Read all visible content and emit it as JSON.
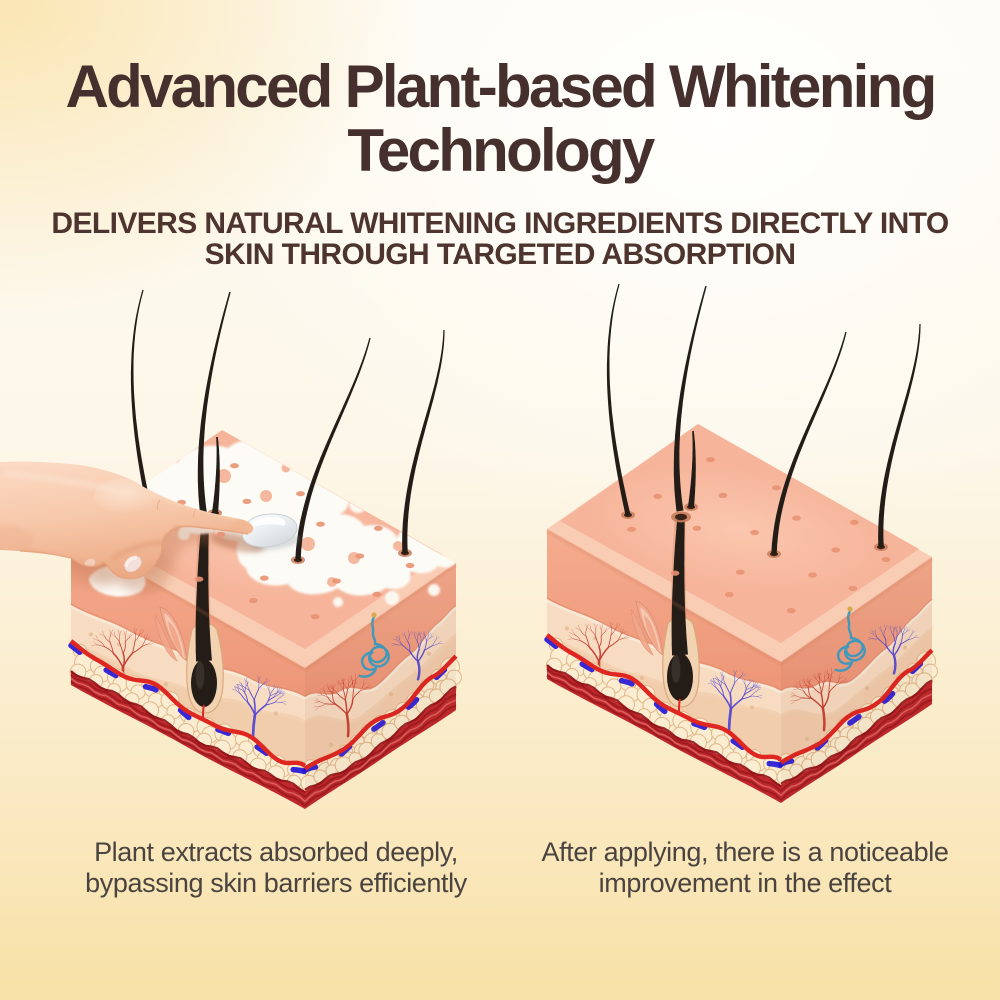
{
  "title": {
    "line1": "Advanced Plant-based Whitening",
    "line2": "Technology"
  },
  "subtitle": {
    "line1": "DELIVERS NATURAL WHITENING INGREDIENTS DIRECTLY INTO",
    "line2": "SKIN THROUGH TARGETED ABSORPTION"
  },
  "figures": [
    {
      "id": "before",
      "illustration": "isometric skin cross-section with hand applying whitening cream",
      "caption": {
        "line1": "Plant extracts absorbed deeply,",
        "line2": "bypassing skin barriers efficiently"
      }
    },
    {
      "id": "after",
      "illustration": "isometric skin cross-section after application, clear skin",
      "caption": {
        "line1": "After applying, there is a noticeable",
        "line2": "improvement in the effect"
      }
    }
  ],
  "colors": {
    "bg-center": "#FDFAF2",
    "bg-mid": "#FAE9C2",
    "bg-edge": "#F8E1A6",
    "title": "#46302E",
    "subtitle": "#4E342E",
    "caption": "#4A4340",
    "skin-top": "#F6B59B",
    "skin-bevel": "#F9CDB4",
    "epidermis": "#F1A184",
    "epi-deep": "#EE9678",
    "highlight": "#F8E9D8",
    "edge-dark": "#E08B6D",
    "derm-pale": "#F7DCC2",
    "derm-tan": "#F1CDAC",
    "artery": "#E02620",
    "vein": "#2114D6",
    "fat": "#FAEDD1",
    "fat-line": "#E2B78A",
    "muscle": "#C1282C",
    "muscle-lt": "#DA6765",
    "muscle-dk": "#9A191E",
    "hair": "#241C16",
    "apili": "#F1A78A",
    "vessel-red": "#C53A2E",
    "vessel-blue": "#5247D2",
    "sweat": "#3D9EC4",
    "hand": "#F9CFB3",
    "hand-shade": "#E8A381",
    "nail": "#F5DFDA",
    "cream": "#FCFBF6",
    "pore": "#E89272"
  }
}
